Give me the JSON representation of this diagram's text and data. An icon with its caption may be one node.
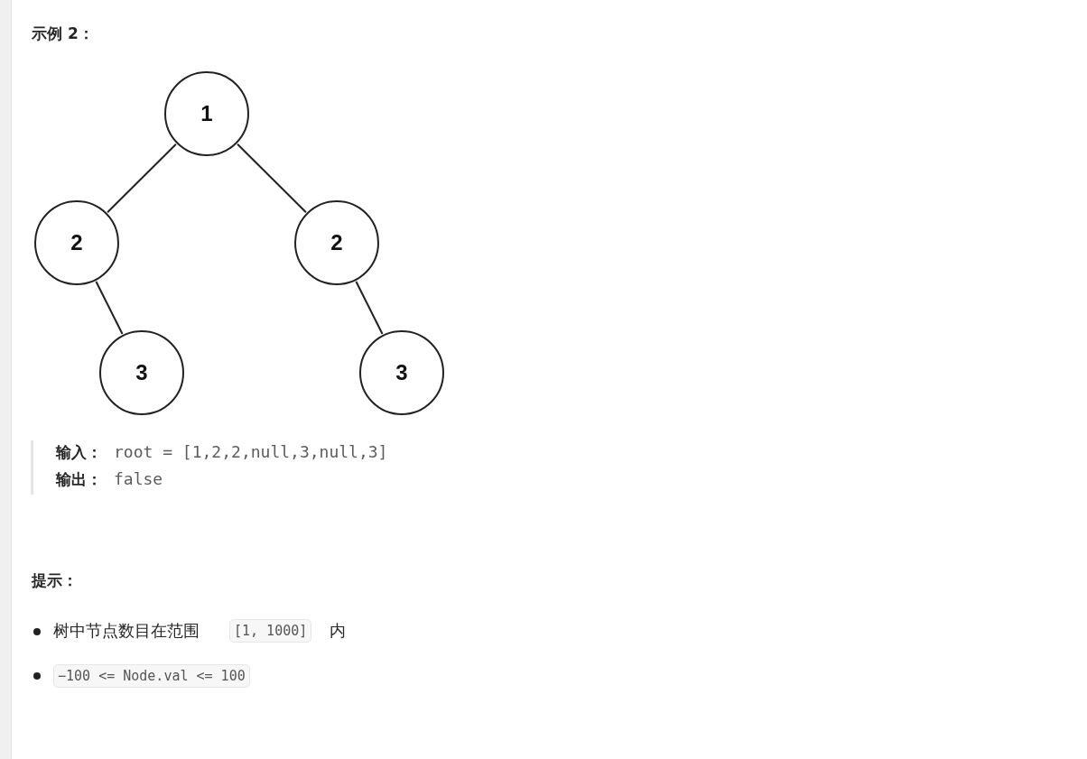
{
  "diagram": {
    "title": "示例 2：",
    "nodes": [
      {
        "text": [
          "1"
        ]
      },
      {
        "text": [
          "2"
        ]
      },
      {
        "text": [
          "2"
        ]
      },
      {
        "text": [
          "3"
        ]
      },
      {
        "text": [
          "3"
        ]
      }
    ],
    "edges": [
      {
        "from": 0,
        "to": 1,
        "arrow": "none"
      },
      {
        "from": 0,
        "to": 2,
        "arrow": "none"
      },
      {
        "from": 1,
        "to": 3,
        "arrow": "none"
      },
      {
        "from": 2,
        "to": 4,
        "arrow": "none"
      }
    ],
    "labels": [
      "输入：",
      "root = [1,2,2,null,3,null,3]",
      "输出：",
      "false",
      "提示：",
      "树中节点数目在范围",
      "[1, 1000]",
      "内",
      "−100 <= Node.val <= 100"
    ]
  }
}
